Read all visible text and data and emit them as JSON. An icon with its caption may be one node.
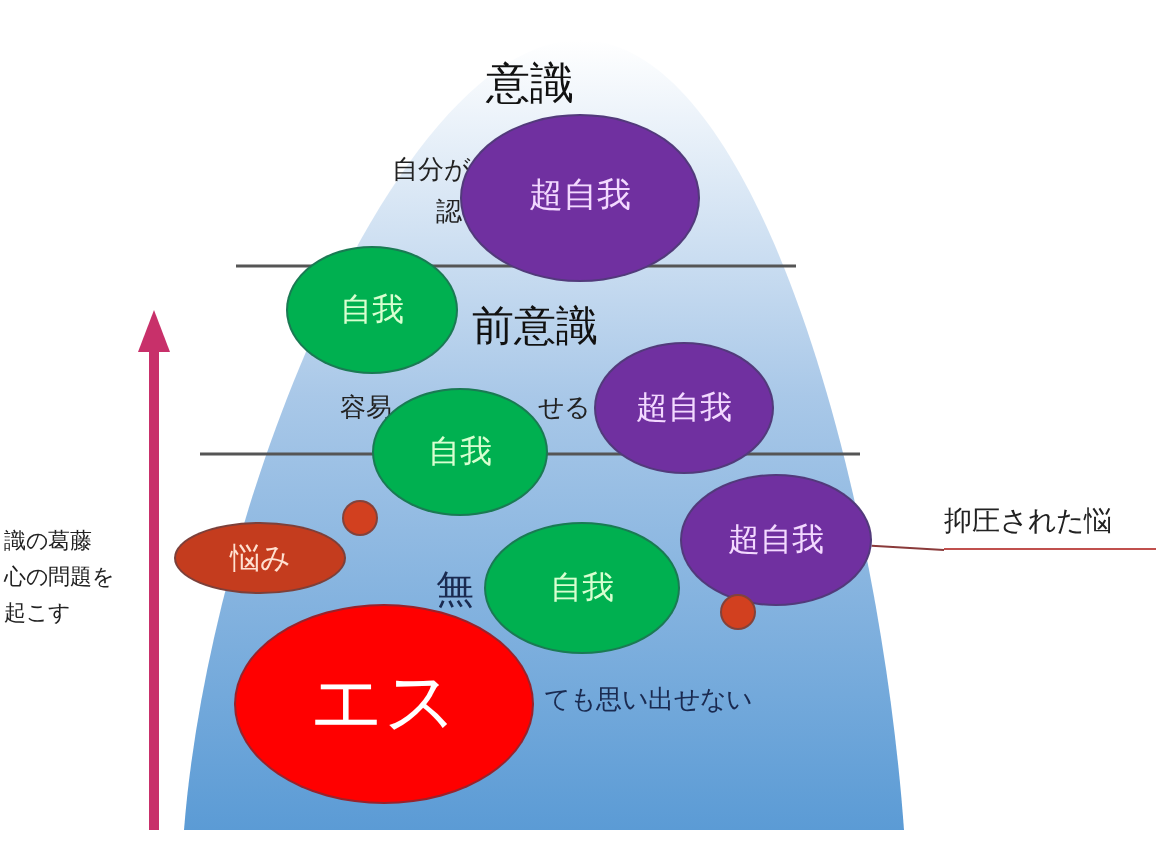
{
  "diagram": {
    "nodes": [
      {
        "text": [
          "超自我"
        ]
      },
      {
        "text": [
          "自我"
        ]
      },
      {
        "text": [
          "超自我"
        ]
      },
      {
        "text": [
          "自我"
        ]
      },
      {
        "text": [],
        "shape": "circle"
      },
      {
        "text": [
          "悩み"
        ]
      },
      {
        "text": [
          "超自我"
        ]
      },
      {
        "text": [
          "抑圧された悩"
        ]
      },
      {
        "text": [
          "自我"
        ]
      },
      {
        "text": [],
        "shape": "circle"
      },
      {
        "text": [
          "エス"
        ]
      }
    ],
    "edges": [
      {
        "from": 7,
        "to": 6,
        "arrow": "none"
      }
    ],
    "labels": [
      "意識",
      "自分が",
      "認",
      "前意識",
      "容易",
      "せる",
      "識の葛藤",
      "心の問題を",
      "起こす",
      "無",
      "ても思い出せない"
    ]
  }
}
